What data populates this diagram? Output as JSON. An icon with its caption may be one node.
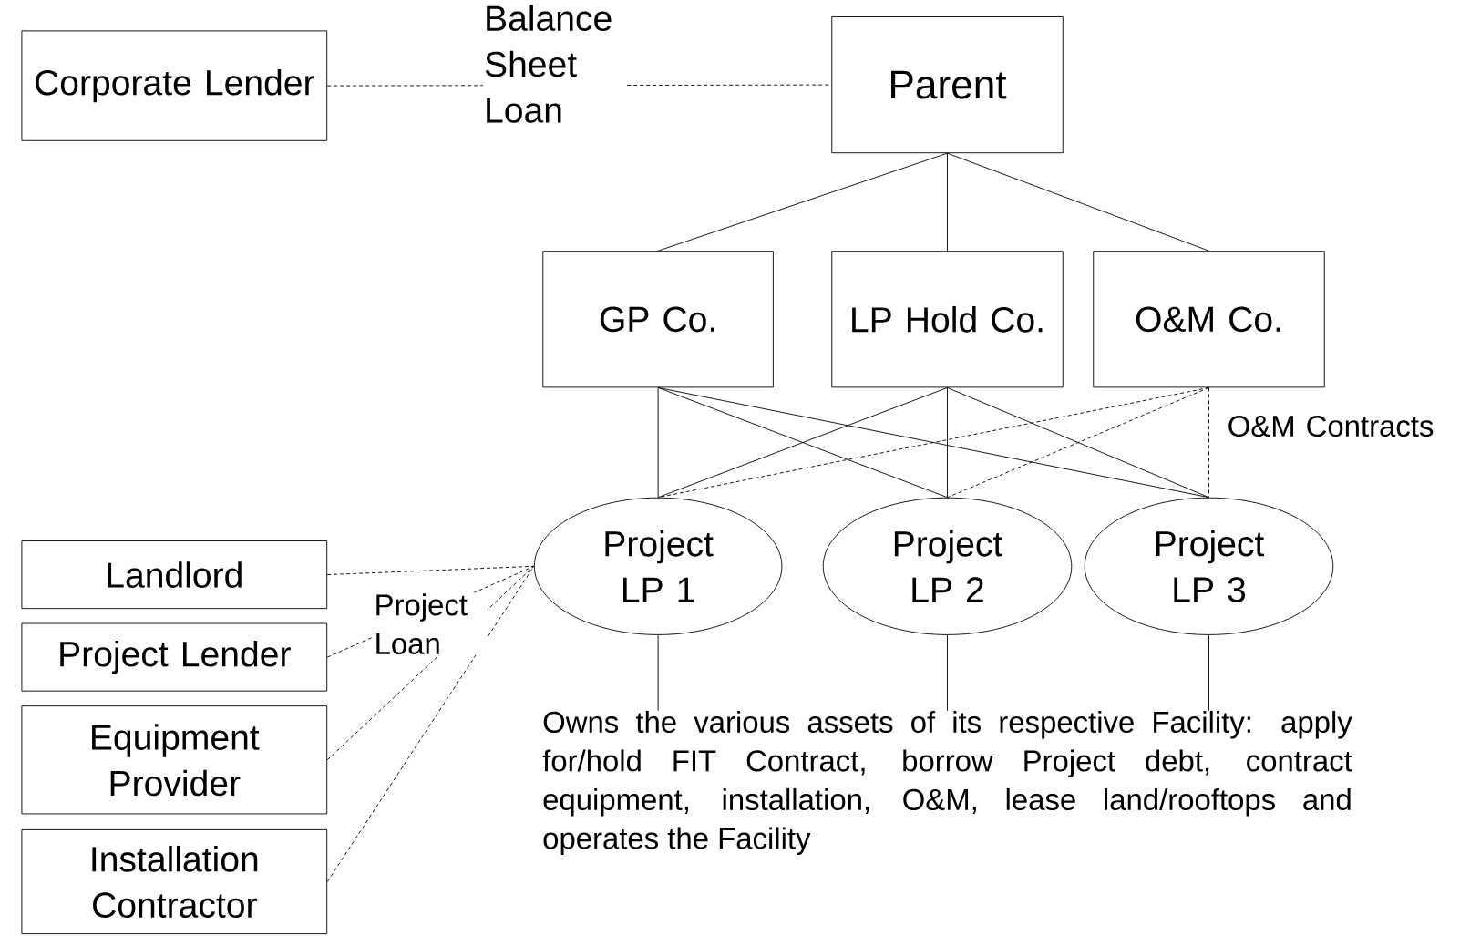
{
  "diagram": {
    "nodes": [
      {
        "text": [
          "Corporate Lender"
        ]
      },
      {
        "text": [
          "Parent"
        ]
      },
      {
        "text": [
          "GP Co."
        ]
      },
      {
        "text": [
          "LP Hold Co."
        ]
      },
      {
        "text": [
          "O&M Co."
        ]
      },
      {
        "text": [
          "Project LP 1"
        ]
      },
      {
        "text": [
          "Project LP 2"
        ]
      },
      {
        "text": [
          "Project LP 3"
        ]
      },
      {
        "text": [
          "Landlord"
        ]
      },
      {
        "text": [
          "Project Lender"
        ]
      },
      {
        "text": [
          "Equipment Provider"
        ]
      },
      {
        "text": [
          "Installation Contractor"
        ]
      },
      {
        "text": [
          "Owns the various assets of its respective Facility: apply for/hold FIT Contract, borrow Project debt, contract equipment, installation, O&M, lease land/rooftops and operates the Facility"
        ]
      }
    ],
    "edges": [
      {
        "from": 0,
        "to": 1,
        "arrow": "none",
        "style": "dashed",
        "label": "Balance Sheet Loan"
      },
      {
        "from": 1,
        "to": 2,
        "arrow": "none"
      },
      {
        "from": 1,
        "to": 3,
        "arrow": "none"
      },
      {
        "from": 1,
        "to": 4,
        "arrow": "none"
      },
      {
        "from": 2,
        "to": 5,
        "arrow": "none"
      },
      {
        "from": 2,
        "to": 6,
        "arrow": "none"
      },
      {
        "from": 2,
        "to": 7,
        "arrow": "none"
      },
      {
        "from": 3,
        "to": 5,
        "arrow": "none"
      },
      {
        "from": 3,
        "to": 6,
        "arrow": "none"
      },
      {
        "from": 3,
        "to": 7,
        "arrow": "none"
      },
      {
        "from": 4,
        "to": 5,
        "arrow": "none",
        "style": "dashed"
      },
      {
        "from": 4,
        "to": 6,
        "arrow": "none",
        "style": "dashed"
      },
      {
        "from": 4,
        "to": 7,
        "arrow": "none",
        "style": "dashed",
        "label": "O&M Contracts"
      },
      {
        "from": 8,
        "to": 5,
        "arrow": "none",
        "style": "dashed"
      },
      {
        "from": 9,
        "to": 5,
        "arrow": "none",
        "style": "dashed",
        "label": "Project Loan"
      },
      {
        "from": 10,
        "to": 5,
        "arrow": "none",
        "style": "dashed"
      },
      {
        "from": 11,
        "to": 5,
        "arrow": "none",
        "style": "dashed"
      },
      {
        "from": 5,
        "to": 12,
        "arrow": "none"
      },
      {
        "from": 6,
        "to": 12,
        "arrow": "none"
      },
      {
        "from": 7,
        "to": 12,
        "arrow": "none"
      }
    ]
  }
}
